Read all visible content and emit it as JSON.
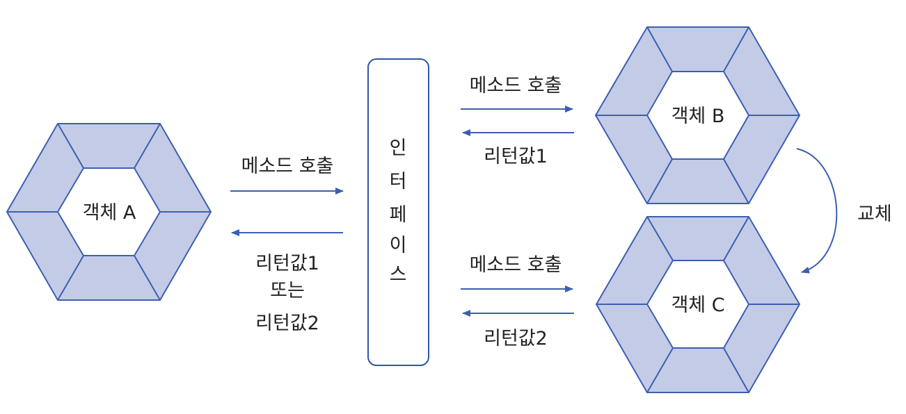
{
  "objects": {
    "a": "객체 A",
    "b": "객체 B",
    "c": "객체 C"
  },
  "interface": {
    "chars": [
      "인",
      "터",
      "페",
      "이",
      "스"
    ]
  },
  "left": {
    "call_label": "메소드 호출",
    "return_lines": [
      "리턴값1",
      "또는",
      "리턴값2"
    ]
  },
  "right_top": {
    "call_label": "메소드 호출",
    "return_label": "리턴값1"
  },
  "right_bottom": {
    "call_label": "메소드 호출",
    "return_label": "리턴값2"
  },
  "replace_label": "교체",
  "colors": {
    "accent": "#3b5fb0",
    "hex_fill": "#c3cbe6"
  }
}
